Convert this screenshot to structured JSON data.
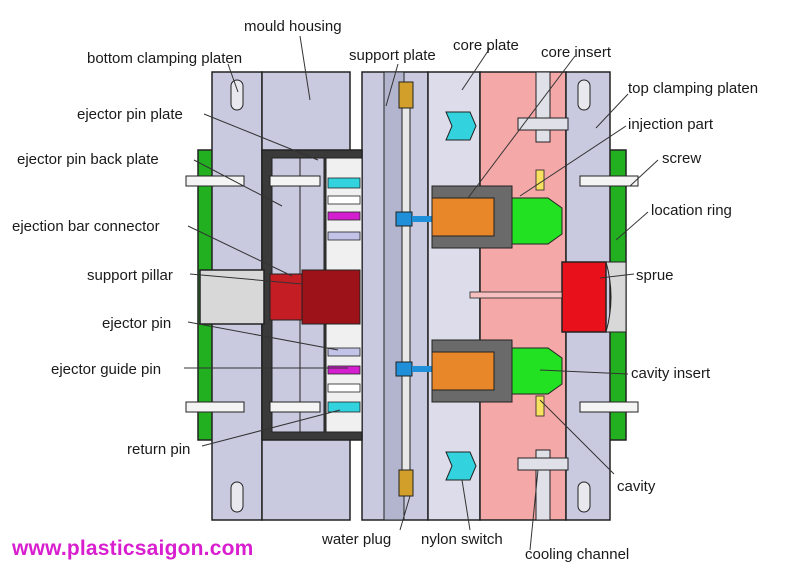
{
  "labels": {
    "mould_housing": "mould housing",
    "bottom_clamping_platen": "bottom clamping platen",
    "support_plate": "support plate",
    "core_plate": "core plate",
    "core_insert": "core insert",
    "top_clamping_platen": "top clamping platen",
    "ejector_pin_plate": "ejector pin plate",
    "injection_part": "injection part",
    "ejector_pin_back_plate": "ejector pin back plate",
    "screw": "screw",
    "ejection_bar_connector": "ejection bar connector",
    "location_ring": "location ring",
    "support_pillar": "support pillar",
    "sprue": "sprue",
    "ejector_pin": "ejector pin",
    "ejector_guide_pin": "ejector guide pin",
    "cavity_insert": "cavity insert",
    "return_pin": "return pin",
    "cavity": "cavity",
    "water_plug": "water plug",
    "nylon_switch": "nylon switch",
    "cooling_channel": "cooling channel"
  },
  "website": "www.plasticsaigon.com",
  "colors": {
    "plate": "#c9cadf",
    "plate_dark": "#a9abc6",
    "green": "#22b020",
    "cavity_red": "#f4a8a8",
    "sprue_red": "#e8101a",
    "cyan": "#32d2de",
    "magenta": "#d41fd0",
    "website": "#d81ecf"
  }
}
